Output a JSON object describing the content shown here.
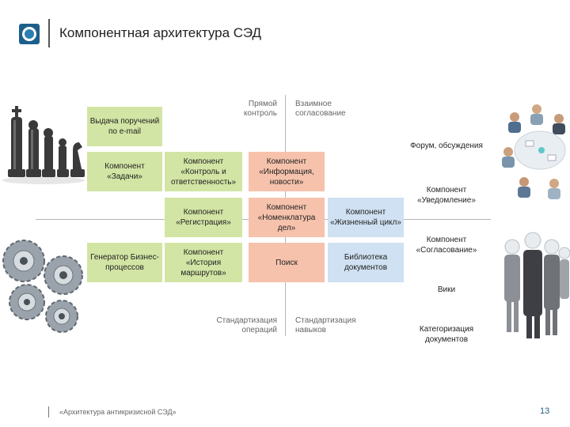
{
  "header": {
    "title": "Компонентная архитектура СЭД"
  },
  "axes": {
    "top_left": "Прямой контроль",
    "top_right": "Взаимное согласование",
    "bottom_left": "Стандартизация операций",
    "bottom_right": "Стандартизация навыков"
  },
  "boxes": {
    "issue_email": "Выдача поручений по e-mail",
    "tasks": "Компонент «Задачи»",
    "control": "Компонент «Контроль и ответственность»",
    "information": "Компонент «Информация, новости»",
    "registration": "Компонент «Регистрация»",
    "nomenclature": "Компонент «Номенклатура дел»",
    "lifecycle": "Компонент «Жизненный цикл»",
    "generator": "Генератор Бизнес-процессов",
    "route_history": "Компонент «История маршрутов»",
    "search": "Поиск",
    "library": "Библиотека документов"
  },
  "right_labels": {
    "forum": "Форум, обсуждения",
    "notification": "Компонент «Уведомление»",
    "approval": "Компонент «Согласование»",
    "wiki": "Вики",
    "categorization": "Категоризация документов"
  },
  "footer": {
    "text": "«Архитектура антикризисной СЭД»",
    "page": "13"
  },
  "colors": {
    "green": "#d2e5a4",
    "salmon": "#f6c2ac",
    "blue": "#cfe1f2",
    "accent": "#1e5f8a"
  },
  "images": [
    "chess-pieces-image",
    "gears-image",
    "team-meeting-image",
    "business-people-image"
  ]
}
